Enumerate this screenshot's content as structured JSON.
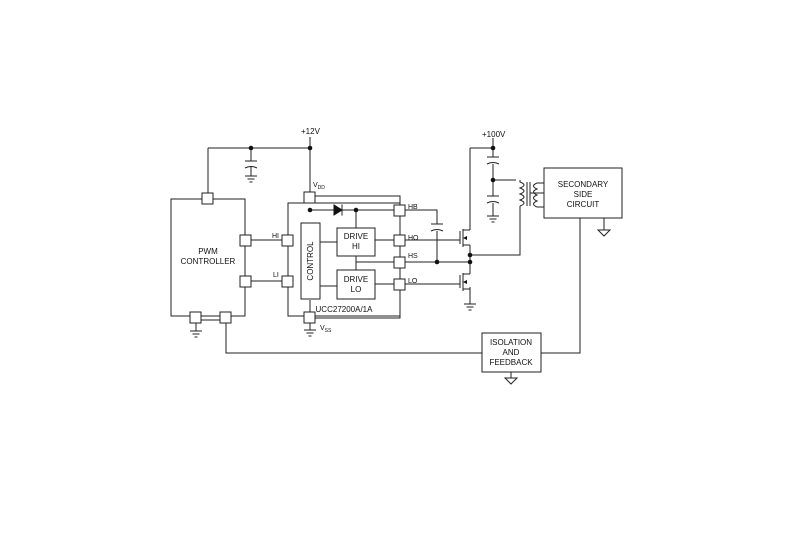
{
  "supplies": {
    "v12": "+12V",
    "v100": "+100V"
  },
  "blocks": {
    "pwm_controller": [
      "PWM",
      "CONTROLLER"
    ],
    "control": "CONTROL",
    "drive_hi": [
      "DRIVE",
      "HI"
    ],
    "drive_lo": [
      "DRIVE",
      "LO"
    ],
    "part_number": "UCC27200A/1A",
    "secondary_side": [
      "SECONDARY",
      "SIDE",
      "CIRCUIT"
    ],
    "isolation": [
      "ISOLATION",
      "AND",
      "FEEDBACK"
    ]
  },
  "pins": {
    "hi": "HI",
    "li": "LI",
    "hb": "HB",
    "ho": "HO",
    "hs": "HS",
    "lo": "LO",
    "vdd_main": "V",
    "vdd_sub": "DD",
    "vss_main": "V",
    "vss_sub": "SS"
  }
}
